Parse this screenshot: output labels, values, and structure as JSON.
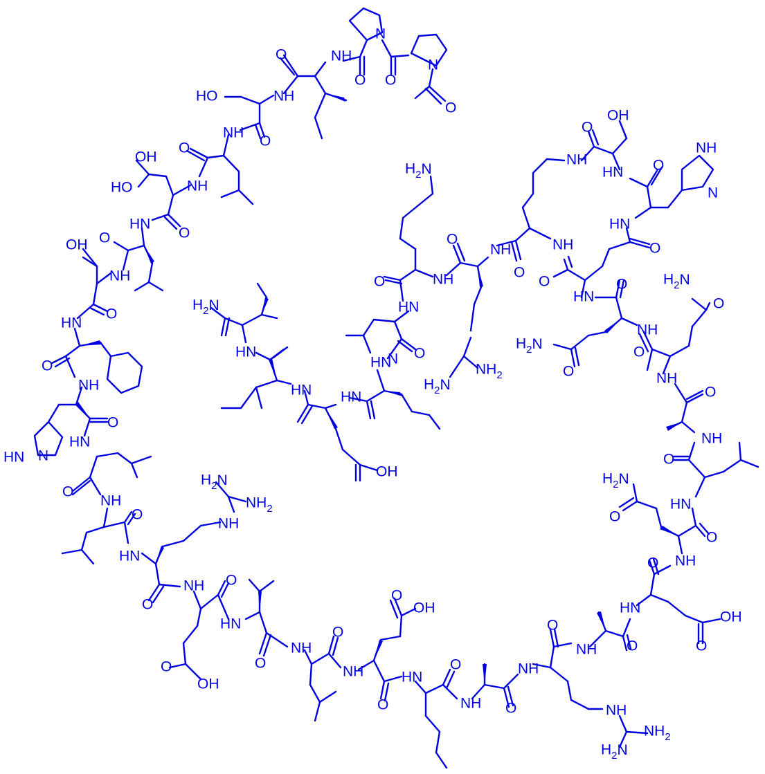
{
  "colors": {
    "ink": "#0000e0",
    "background": "#ffffff"
  },
  "atom_labels": {
    "t1": "NH",
    "t2": "NH",
    "t3": "NH",
    "t4": "N",
    "t5": "NH",
    "t6": "N",
    "t7": "HN",
    "t8": "NH",
    "t9": "NH",
    "t10": "NH",
    "t11": "HN",
    "t12": "NH",
    "t13": "HN",
    "t14": "NH",
    "t15": "HN",
    "t16": "NH",
    "t17": "HN",
    "t18": "NH",
    "t19": "HN",
    "t20": "NH",
    "t21": "NH",
    "t22": "NH",
    "t23": "NH",
    "t24": "NH",
    "t25": "NH",
    "t26": "HN",
    "t27": "NH",
    "t28": "HN",
    "t29": "NH",
    "t30": "NH",
    "t31": "HN",
    "t32": "NH",
    "t33": "NH",
    "t34": "HN",
    "t35": "NH",
    "t36": "N",
    "t37": "N",
    "t38": "HN",
    "t39": "N",
    "t40": "HN",
    "t41": "HN",
    "t42": "HN",
    "t43": "HN",
    "t44": "HN",
    "t45": "HN",
    "t46": "NH",
    "o1": "O",
    "o2": "O",
    "o3": "O",
    "o4": "O",
    "o5": "O",
    "o6": "O",
    "o7": "O",
    "o8": "O",
    "o9": "O",
    "o10": "O",
    "o11": "O",
    "o12": "O",
    "o13": "O",
    "o14": "O",
    "o15": "O",
    "o16": "O",
    "o17": "O",
    "o18": "O",
    "o19": "O",
    "o20": "O",
    "o21": "O",
    "o22": "O",
    "o23": "O",
    "o24": "O",
    "o25": "O",
    "o26": "O",
    "o27": "O",
    "o28": "O",
    "o29": "O",
    "o30": "O",
    "o31": "O",
    "o32": "O",
    "o33": "O",
    "o34": "O",
    "o35": "O",
    "o36": "O",
    "o37": "O",
    "o38": "O",
    "o39": "O",
    "o40": "O",
    "o41": "O",
    "o42": "O",
    "h1": "HO",
    "h2": "OH",
    "h3": "HO",
    "h4": "OH",
    "h5": "OH",
    "h6": "OH",
    "h7": "OH",
    "h8": "OH",
    "h9": "OH",
    "n1": "H2N",
    "n2": "H2N",
    "n3": "H2N",
    "n4": "H2N",
    "n5": "H2N",
    "n6": "H2N",
    "n7": "NH2",
    "n8": "NH2",
    "n9": "NH2",
    "n10": "H2N",
    "n11": "H2N"
  }
}
